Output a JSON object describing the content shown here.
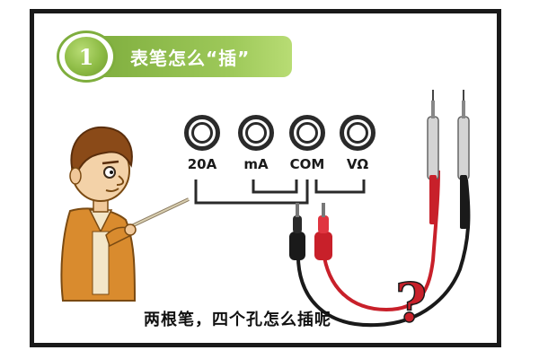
{
  "title": {
    "number": "1",
    "text": "表笔怎么“插”"
  },
  "sockets": [
    {
      "label": "20A"
    },
    {
      "label": "mA"
    },
    {
      "label": "COM"
    },
    {
      "label": "VΩ"
    }
  ],
  "caption": "两根笔，四个孔怎么插呢",
  "question_mark": "?",
  "colors": {
    "title_green": "#8dbb45",
    "probe_red": "#c8202a",
    "probe_black": "#1a1a1a",
    "frame": "#1a1a1a",
    "shirt_orange": "#d98b2e"
  }
}
